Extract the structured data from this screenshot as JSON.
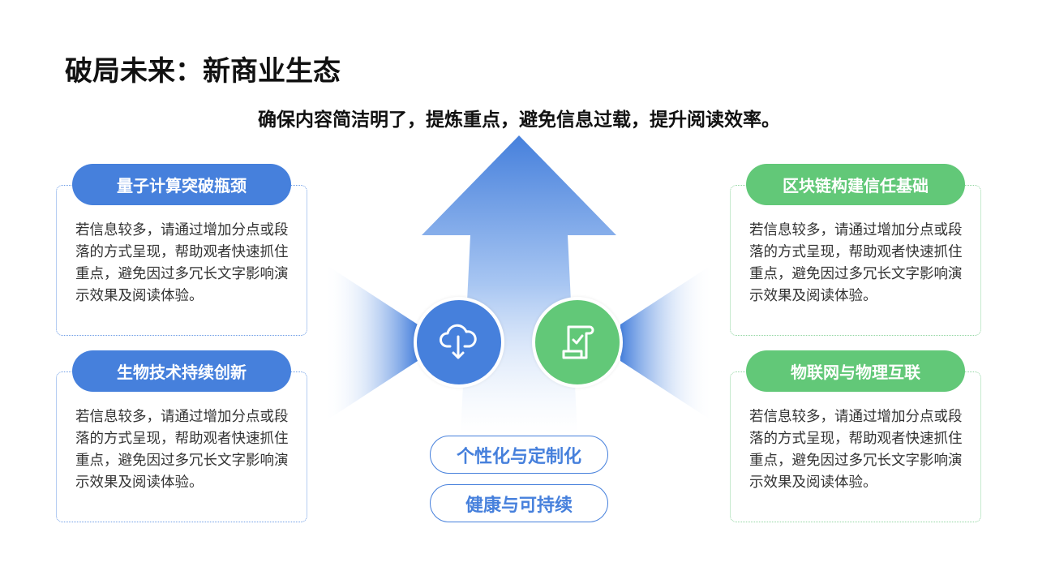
{
  "title": "破局未来：新商业生态",
  "subtitle": "确保内容简洁明了，提炼重点，避免信息过载，提升阅读效率。",
  "cards": [
    {
      "heading": "量子计算突破瓶颈",
      "text": "若信息较多，请通过增加分点或段落的方式呈现，帮助观者快速抓住重点，避免因过多冗长文字影响演示效果及阅读体验。"
    },
    {
      "heading": "生物技术持续创新",
      "text": "若信息较多，请通过增加分点或段落的方式呈现，帮助观者快速抓住重点，避免因过多冗长文字影响演示效果及阅读体验。"
    },
    {
      "heading": "区块链构建信任基础",
      "text": "若信息较多，请通过增加分点或段落的方式呈现，帮助观者快速抓住重点，避免因过多冗长文字影响演示效果及阅读体验。"
    },
    {
      "heading": "物联网与物理互联",
      "text": "若信息较多，请通过增加分点或段落的方式呈现，帮助观者快速抓住重点，避免因过多冗长文字影响演示效果及阅读体验。"
    }
  ],
  "tags": [
    "个性化与定制化",
    "健康与可持续"
  ],
  "icons": {
    "left": "cloud-download-icon",
    "right": "scroll-check-icon"
  },
  "colors": {
    "blue": "#4680dc",
    "green": "#62c878"
  }
}
